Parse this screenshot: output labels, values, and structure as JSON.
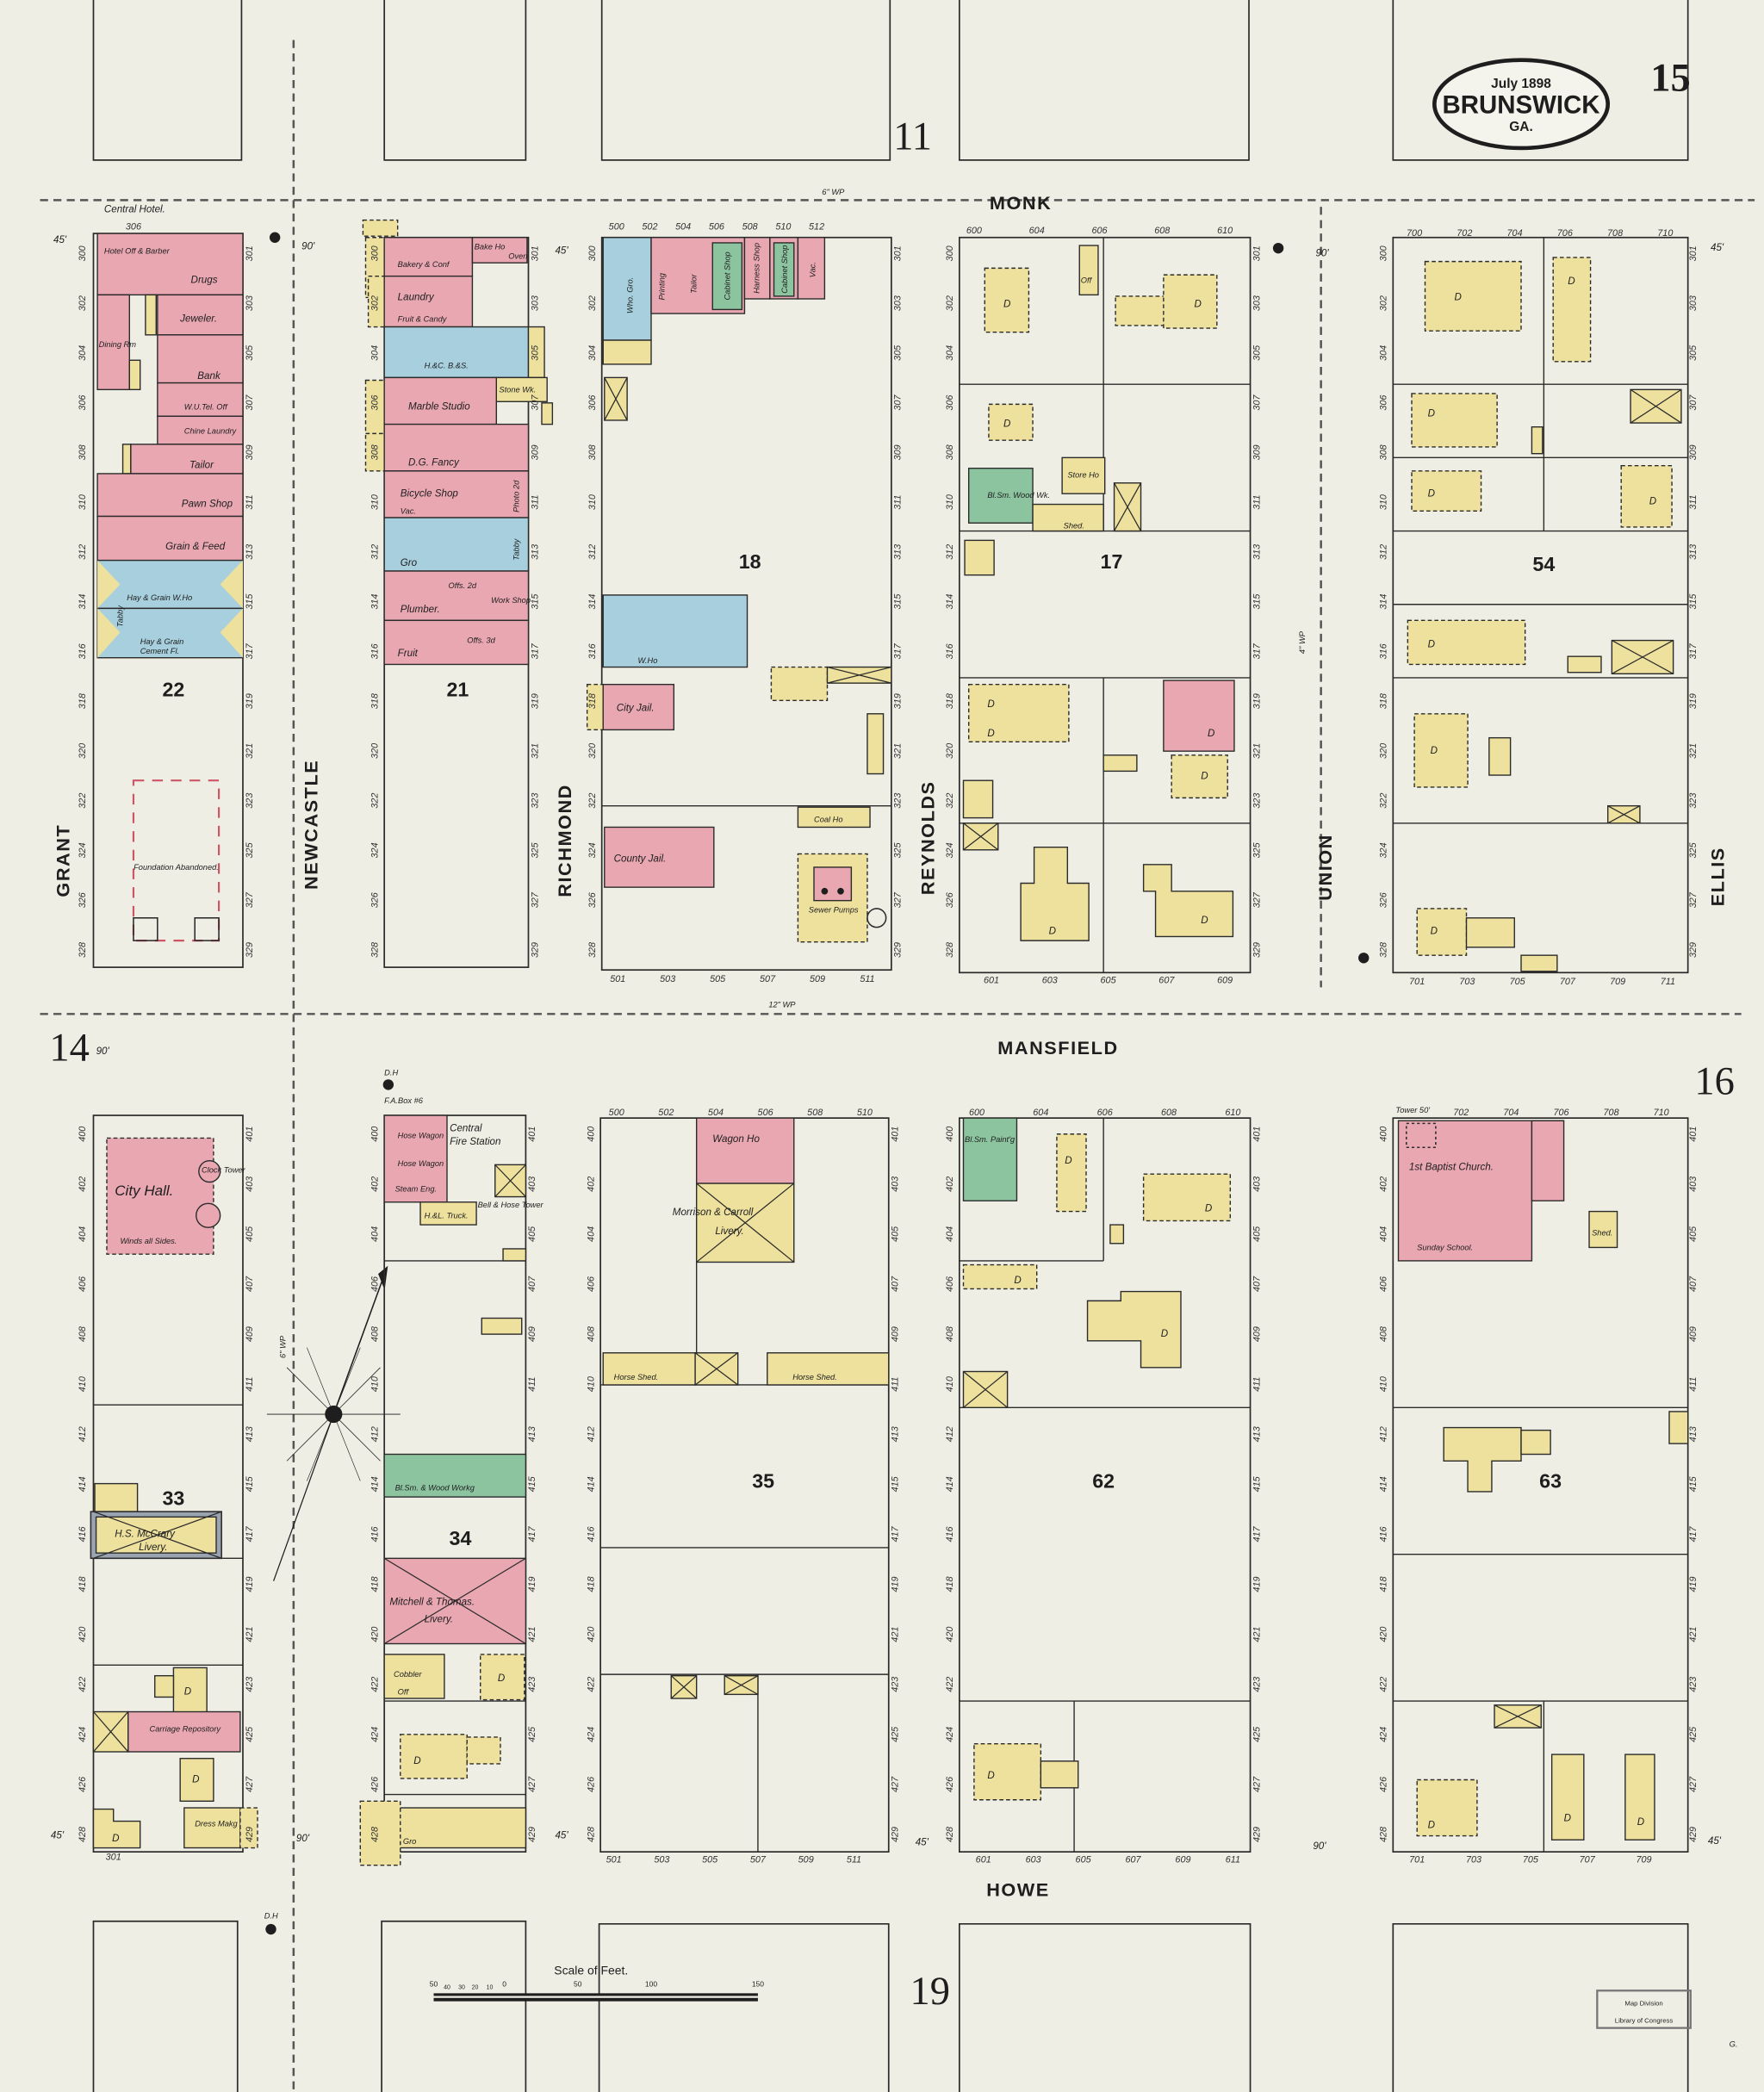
{
  "title_box": {
    "date": "July 1898",
    "city": "BRUNSWICK",
    "state": "GA.",
    "sheet_number": "15"
  },
  "adjacent_sheets": {
    "north": "11",
    "west": "14",
    "east": "16",
    "south": "19"
  },
  "streets": {
    "monk": "MONK",
    "mansfield": "MANSFIELD",
    "howe": "HOWE",
    "grant": "GRANT",
    "newcastle": "NEWCASTLE",
    "richmond": "RICHMOND",
    "reynolds": "REYNOLDS",
    "union": "UNION",
    "ellis": "ELLIS"
  },
  "street_widths": {
    "w90": "90'",
    "w45": "45'"
  },
  "water_pipes": {
    "monk": "6\" WP",
    "mansfield": "12\" WP",
    "union": "4\" WP",
    "newcastle": "6\" WP"
  },
  "block_numbers": {
    "b22": "22",
    "b21": "21",
    "b18": "18",
    "b17": "17",
    "b54": "54",
    "b33": "33",
    "b34": "34",
    "b35": "35",
    "b62": "62",
    "b63": "63"
  },
  "buildings": {
    "central_hotel": "Central Hotel.",
    "hotel_office": "Hotel Off & Barber",
    "drugs": "Drugs",
    "dining": "Dining Rm",
    "jeweler": "Jeweler.",
    "bank": "Bank",
    "wu_tel": "W.U.Tel. Off",
    "chine_laundry": "Chine Laundry",
    "tailor": "Tailor",
    "pawn": "Pawn Shop",
    "grain_feed": "Grain & Feed",
    "hay_grain_wh": "Hay & Grain W.Ho",
    "hay_grain": "Hay & Grain",
    "cement_fl": "Cement Fl.",
    "tabby": "Tabby",
    "foundation": "Foundation Abandoned.",
    "bakery": "Bakery & Conf",
    "bake_ho": "Bake Ho",
    "oven": "Oven",
    "laundry": "Laundry",
    "fruit_candy": "Fruit & Candy",
    "hcbs": "H.&C. B.&S.",
    "stone_wk": "Stone Wk.",
    "marble": "Marble Studio",
    "dg_fancy": "D.G. Fancy",
    "bicycle": "Bicycle Shop",
    "vac": "Vac.",
    "photo": "Photo 2d",
    "gro": "Gro",
    "plumber": "Plumber.",
    "offs2": "Offs. 2d",
    "work_shop": "Work Shop",
    "fruit": "Fruit",
    "offs3": "Offs. 3d",
    "who_gro": "Who. Gro.",
    "printing": "Printing",
    "tailor2": "Tailor",
    "cabinet": "Cabinet Shop",
    "harness": "Harness Shop",
    "w_ho": "W.Ho",
    "city_jail": "City Jail.",
    "county_jail": "County Jail.",
    "coal_ho": "Coal Ho",
    "sewer_pumps": "Sewer Pumps",
    "off": "Off",
    "store_ho": "Store Ho",
    "blsm_wood": "Bl.Sm. Wood Wk.",
    "shed": "Shed.",
    "dwelling": "D",
    "fire_box": "F.A.Box #6",
    "central_fire": "Central Fire Station",
    "hose_wagon": "Hose Wagon",
    "steam_eng": "Steam Eng.",
    "hl_truck": "H.&L. Truck.",
    "bell_tower": "Bell & Hose Tower",
    "wagon_ho": "Wagon Ho",
    "morrison": "Morrison & Carroll",
    "livery": "Livery.",
    "horse_shed": "Horse Shed.",
    "blsm_paint": "Bl.Sm. Paint'g",
    "city_hall": "City Hall.",
    "clock_tower": "Clock Tower",
    "winds": "Winds all Sides.",
    "mccrary": "H.S. McCrary",
    "carriage": "Carriage Repository",
    "dress": "Dress Makg",
    "blsm_wood_workg": "Bl.Sm. & Wood Workg",
    "mitchell": "Mitchell & Thomas.",
    "cobbler": "Cobbler",
    "baptist": "1st Baptist Church.",
    "sunday_school": "Sunday School.",
    "tower": "Tower 50'",
    "dh": "D.H"
  },
  "house_numbers": {
    "side_left_top": [
      "300",
      "302",
      "304",
      "306",
      "308",
      "310",
      "312",
      "314",
      "316",
      "318",
      "320",
      "322",
      "324",
      "326",
      "328"
    ],
    "side_right_top": [
      "301",
      "303",
      "305",
      "307",
      "309",
      "311",
      "313",
      "315",
      "317",
      "319",
      "321",
      "323",
      "325",
      "327",
      "329"
    ],
    "side_left_bottom": [
      "400",
      "402",
      "404",
      "406",
      "408",
      "410",
      "412",
      "414",
      "416",
      "418",
      "420",
      "422",
      "424",
      "426",
      "428"
    ],
    "side_right_bottom": [
      "401",
      "403",
      "405",
      "407",
      "409",
      "411",
      "413",
      "415",
      "417",
      "419",
      "421",
      "423",
      "425",
      "427",
      "429"
    ],
    "b18_top": [
      "500",
      "502",
      "504",
      "506",
      "508",
      "510",
      "512"
    ],
    "b18_bottom": [
      "501",
      "503",
      "505",
      "507",
      "509",
      "511"
    ],
    "b17_top": [
      "600",
      "604",
      "606",
      "608",
      "610"
    ],
    "b17_bottom": [
      "601",
      "603",
      "605",
      "607",
      "609"
    ],
    "b54_top": [
      "700",
      "702",
      "704",
      "706",
      "708",
      "710"
    ],
    "b54_bottom": [
      "701",
      "703",
      "705",
      "707",
      "709",
      "711"
    ],
    "b35_top": [
      "500",
      "502",
      "504",
      "506",
      "508",
      "510"
    ],
    "b35_bottom": [
      "501",
      "503",
      "505",
      "507",
      "509",
      "511"
    ],
    "b62_top": [
      "600",
      "604",
      "606",
      "608",
      "610"
    ],
    "b62_bottom": [
      "601",
      "603",
      "605",
      "607",
      "609",
      "611"
    ],
    "b63_top": [
      "702",
      "704",
      "706",
      "708",
      "710"
    ],
    "b63_bottom": [
      "701",
      "703",
      "705",
      "707",
      "709"
    ],
    "b22_top": [
      "306"
    ],
    "b33_bottom": [
      "301"
    ]
  },
  "scale": {
    "title": "Scale of Feet.",
    "ticks": [
      "50",
      "40",
      "30",
      "20",
      "10",
      "0",
      "50",
      "100",
      "150"
    ]
  },
  "stamp": {
    "line1": "Map Division",
    "line2": "Library of Congress"
  },
  "corner_mark": "G.",
  "colors": {
    "brick": "#e9a7b2",
    "frame": "#eee19e",
    "stone": "#a7cfdd",
    "special": "#8dc4a0",
    "paper": "#efeee4"
  }
}
